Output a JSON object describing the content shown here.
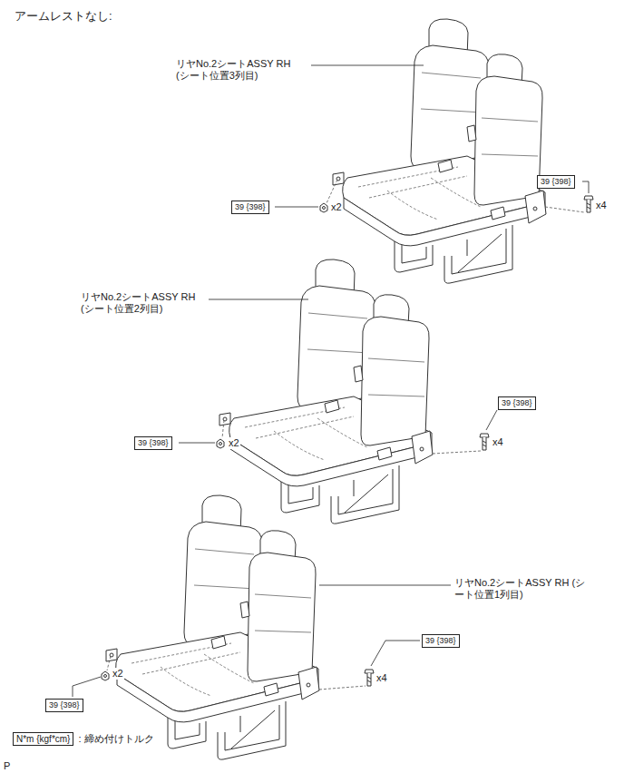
{
  "diagram": {
    "title": "アームレストなし:",
    "nodes": [
      {
        "text": [
          "39 {398}"
        ]
      },
      {
        "text": [
          "39 {398}"
        ]
      },
      {
        "text": [
          "39 {398}"
        ]
      },
      {
        "text": [
          "39 {398}"
        ]
      },
      {
        "text": [
          "39 {398}"
        ]
      },
      {
        "text": [
          "39 {398}"
        ]
      },
      {
        "text": [
          "N*m {kgf*cm}"
        ]
      }
    ],
    "labels": [
      "リヤNo.2シートASSY RH (シート位置3列目)",
      "x4",
      "x2",
      "リヤNo.2シートASSY RH (シート位置2列目)",
      "x4",
      "x2",
      "リヤNo.2シートASSY RH (シート位置1列目)",
      "x4",
      "x2",
      ": 締め付けトルク",
      "P"
    ]
  }
}
